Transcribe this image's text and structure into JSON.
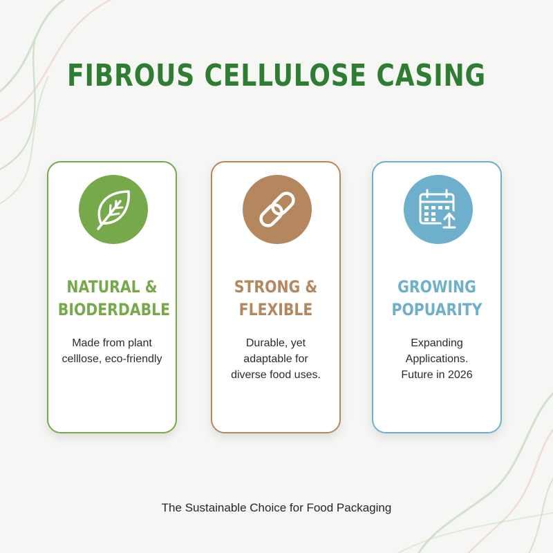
{
  "colors": {
    "title": "#2e7d32",
    "green": "#76a94a",
    "brown": "#b5875f",
    "blue": "#6eb0cc",
    "deco_green": "#c9dcc0",
    "deco_peach": "#efd7c9"
  },
  "title": "FIBROUS CELLULOSE CASING",
  "cards": [
    {
      "icon": "leaf-icon",
      "title_lines": [
        "NATURAL &",
        "BIODERDABLE"
      ],
      "desc_lines": [
        "Made from plant",
        "celllose, eco-friendly"
      ]
    },
    {
      "icon": "link-icon",
      "title_lines": [
        "STRONG &",
        "FLEXIBLE"
      ],
      "desc_lines": [
        "Durable, yet",
        "adaptable for",
        "diverse food uses."
      ]
    },
    {
      "icon": "calendar-growth-icon",
      "title_lines": [
        "GROWING",
        "POPUARITY"
      ],
      "desc_lines": [
        "Expanding",
        "Applications.",
        "Future in 2026"
      ]
    }
  ],
  "footer": "The Sustainable Choice for Food Packaging"
}
